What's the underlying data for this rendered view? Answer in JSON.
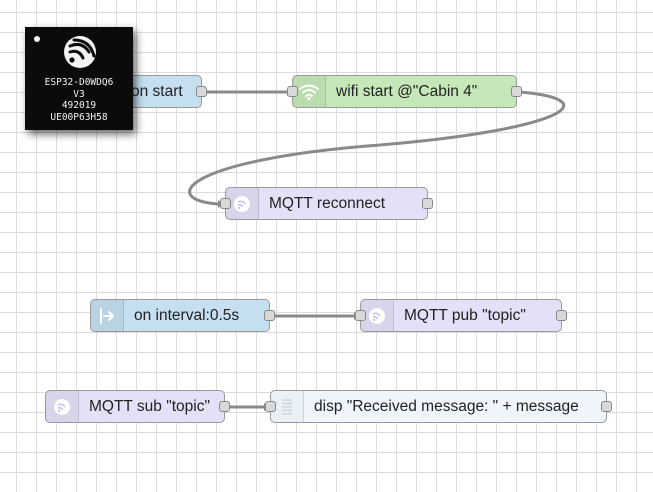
{
  "nodes": {
    "on_start": {
      "label": "on start"
    },
    "wifi_start": {
      "label": "wifi start @\"Cabin 4\""
    },
    "mqtt_reconnect": {
      "label": "MQTT reconnect"
    },
    "on_interval": {
      "label": "on interval:0.5s"
    },
    "mqtt_pub": {
      "label": "MQTT pub \"topic\""
    },
    "mqtt_sub": {
      "label": "MQTT sub \"topic\""
    },
    "disp": {
      "label": "disp \"Received message: \" + message"
    }
  },
  "chip": {
    "line1": "ESP32-D0WDQ6",
    "line2": "V3",
    "line3": "492019",
    "line4": "UE00P63H58"
  },
  "colors": {
    "trigger": "#c5dff0",
    "wifi": "#c6e8b8",
    "mqtt": "#e4e0f7",
    "display": "#eef5fb",
    "wire": "#888888"
  },
  "icons": {
    "on_interval": "arrow-right-icon",
    "wifi_start": "wifi-icon",
    "mqtt": "espressif-icon",
    "disp": "display-lines-icon"
  }
}
